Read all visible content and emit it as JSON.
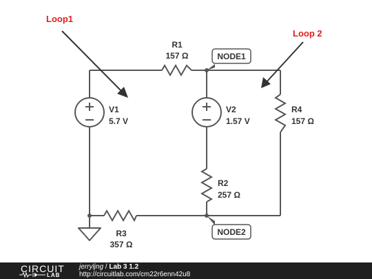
{
  "loops": {
    "loop1": "Loop1",
    "loop2": "Loop 2"
  },
  "components": {
    "r1": {
      "name": "R1",
      "value": "157 Ω"
    },
    "r2": {
      "name": "R2",
      "value": "257 Ω"
    },
    "r3": {
      "name": "R3",
      "value": "357 Ω"
    },
    "r4": {
      "name": "R4",
      "value": "157 Ω"
    },
    "v1": {
      "name": "V1",
      "value": "5.7 V"
    },
    "v2": {
      "name": "V2",
      "value": "1.57 V"
    }
  },
  "nodes": {
    "node1": "NODE1",
    "node2": "NODE2"
  },
  "colors": {
    "wire": "#555555",
    "loop_annotation": "#e01e1e",
    "footer_bg": "#1f1f1f"
  },
  "footer": {
    "logo_top": "CIRCUIT",
    "logo_bottom": "LAB",
    "author": "jerryljng",
    "separator": " / ",
    "title": "Lab 3 1.2",
    "url": "http://circuitlab.com/cm22r6enn42u8"
  }
}
